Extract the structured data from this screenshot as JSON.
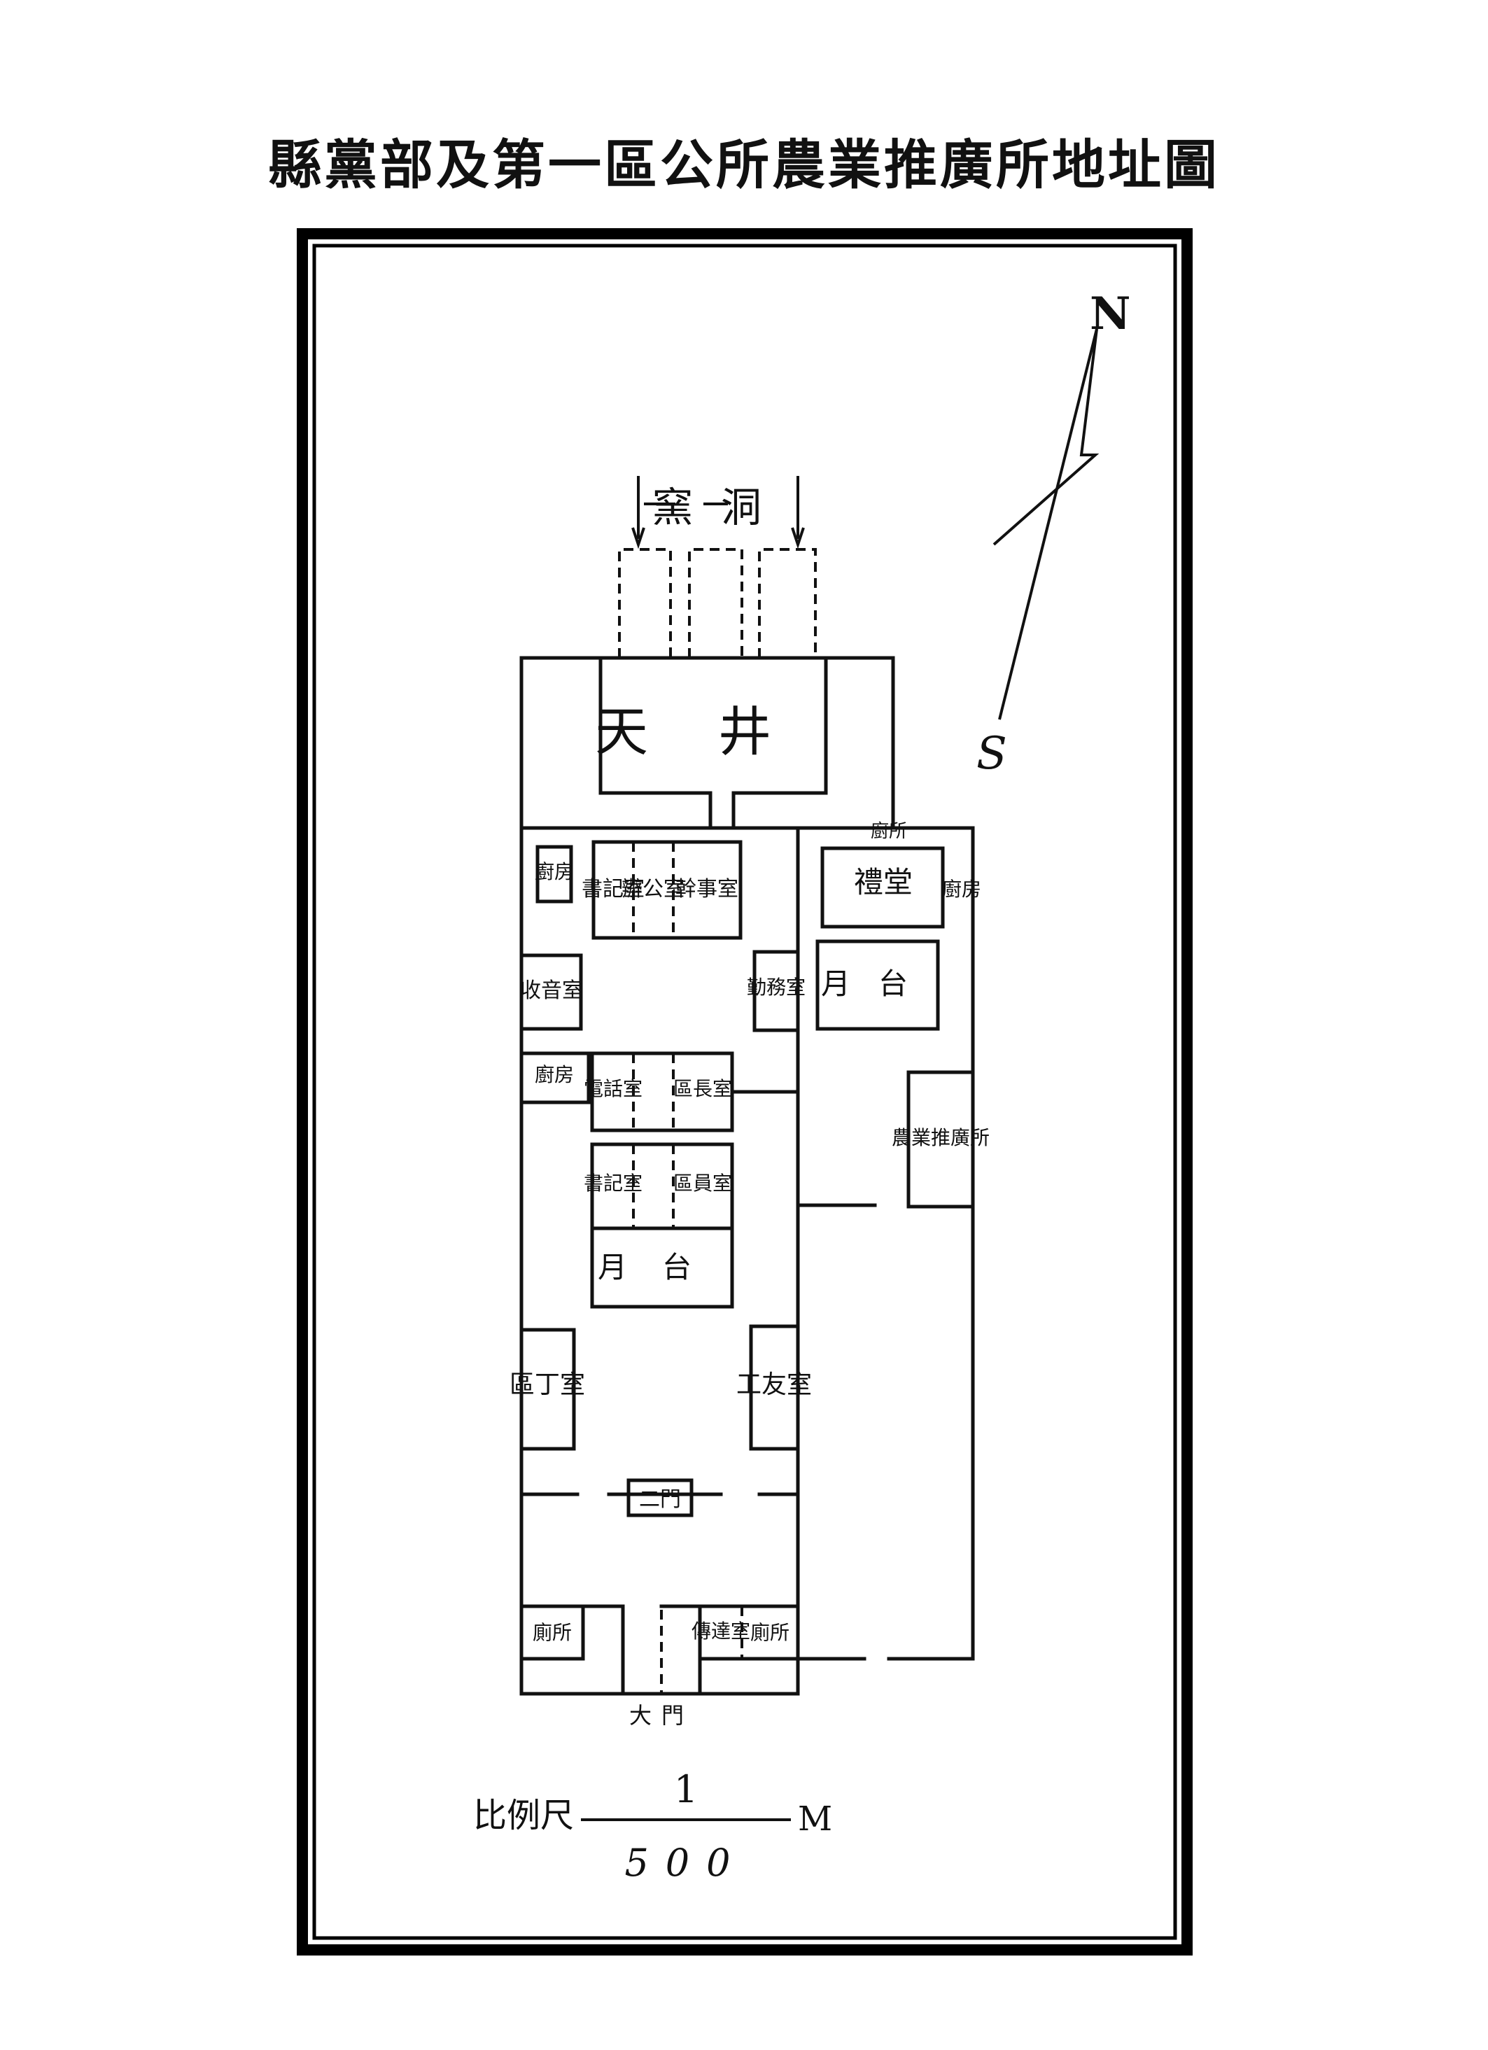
{
  "title": "縣黨部及第一區公所農業推廣所地址圖",
  "compass": {
    "north": "N",
    "south": "S"
  },
  "cave": {
    "label": "窯洞"
  },
  "rooms": {
    "courtyard": "天井",
    "kitchen_nw": "廚房",
    "secretary_1": "書記室",
    "office": "辦公室",
    "cadre_room": "幹事室",
    "kitchen_label_top": "廚所",
    "auditorium": "禮堂",
    "kitchen_ne": "廚房",
    "radio_room": "收音室",
    "duty_room": "勤務室",
    "moon_terrace_1": "月台",
    "kitchen_w": "廚房",
    "telephone_room": "電話室",
    "chief_room": "區長室",
    "agri_station": "農業推廣所",
    "secretary_2": "書記室",
    "staff_room": "區員室",
    "moon_terrace_2": "月台",
    "district_guard_room": "區丁室",
    "worker_room": "工友室",
    "second_gate": "二門",
    "toilet_left": "廁所",
    "reception_room": "傳達室",
    "toilet_right": "廁所",
    "main_gate": "大門"
  },
  "scale": {
    "label": "比例尺",
    "numerator": "1",
    "denominator": "500",
    "unit": "M"
  }
}
